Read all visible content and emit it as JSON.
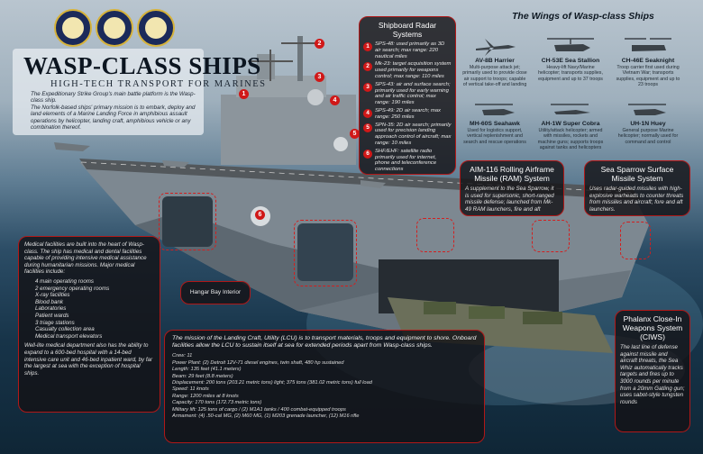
{
  "header": {
    "title": "WASP-CLASS SHIPS",
    "subtitle": "HIGH-TECH TRANSPORT FOR MARINES",
    "intro_1": "The Expeditionary Strike Group's main battle platform is the Wasp-class ship.",
    "intro_2": "The Norfolk-based ships' primary mission is to embark, deploy and land elements of a Marine Landing Force in amphibious assault operations by helicopter, landing craft, amphibious vehicle or any combination thereof."
  },
  "wings": {
    "title": "The Wings of Wasp-class Ships",
    "aircraft": [
      {
        "name": "AV-8B Harrier",
        "desc": "Multi-purpose attack jet; primarily used to provide close air support to troops; capable of vertical take-off and landing"
      },
      {
        "name": "CH-53E Sea Stallion",
        "desc": "Heavy-lift Navy/Marine helicopter; transports supplies, equipment and up to 37 troops"
      },
      {
        "name": "CH-46E Seaknight",
        "desc": "Troop carrier first used during Vietnam War; transports supplies, equipment and up to 23 troops"
      },
      {
        "name": "MH-60S Seahawk",
        "desc": "Used for logistics support, vertical replenishment and search and rescue operations"
      },
      {
        "name": "AH-1W Super Cobra",
        "desc": "Utility/attack helicopter; armed with missiles, rockets and machine guns; supports troops against tanks and helicopters"
      },
      {
        "name": "UH-1N Huey",
        "desc": "General purpose Marine helicopter; normally used for command and control"
      }
    ]
  },
  "radar": {
    "title": "Shipboard Radar Systems",
    "items": [
      {
        "n": "1",
        "text": "SPS-48: used primarily as 3D air search; max range: 220 nautical miles"
      },
      {
        "n": "2",
        "text": "Mk-23: target acquisition system used primarily for weapons control; max range: 110 miles"
      },
      {
        "n": "3",
        "text": "SPS-43: air and surface search; primarily used for early warning and air traffic control; max range: 190 miles"
      },
      {
        "n": "4",
        "text": "SPS-49: 2D air search; max range: 250 miles"
      },
      {
        "n": "5",
        "text": "SPN-35: 2D air search; primarily used for precision landing approach control of aircraft; max range: 10 miles"
      },
      {
        "n": "6",
        "text": "SHF/EHF: satellite radio primarily used for internet, phone and teleconference connections"
      }
    ]
  },
  "ram": {
    "title": "AIM-116 Rolling Airframe Missile (RAM) System",
    "body": "A supplement to the Sea Sparrow, it is used for supersonic, short-ranged missile defense; launched from Mk-49 RAM launchers, fire and aft"
  },
  "sea_sparrow": {
    "title": "Sea Sparrow Surface Missile System",
    "body": "Uses radar-guided missiles with high-explosive warheads to counter threats from missiles and aircraft; fore and aft launchers."
  },
  "medical": {
    "intro": "Medical facilities are built into the heart of Wasp-class. The ship has medical and dental facilities capable of providing intensive medical assistance during humanitarian missions. Major medical facilities include:",
    "items": [
      "4 main operating rooms",
      "2 emergency operating rooms",
      "X-ray facilities",
      "Blood bank",
      "Laboratories",
      "Patient wards",
      "3 triage stations",
      "Casualty collection area",
      "Medical transport elevators"
    ],
    "outro": "Well-lite medical department also has the ability to expand to a 600-bed hospital with a 14-bed intensive care unit and 46-bed inpatient ward, by far the largest at sea with the exception of hospital ships."
  },
  "hangar": {
    "label": "Hangar Bay Interior"
  },
  "lcu": {
    "intro": "The mission of the Landing Craft, Utility (LCU) is to transport materials, troops and equipment to shore. Onboard facilities allow the LCU to sustain itself at sea for extended periods apart from Wasp-class ships.",
    "specs": [
      "Crew: 11",
      "Power Plant: (2) Detroit 12V-71 diesel engines, twin shaft, 480 hp sustained",
      "Length: 135 feet (41.1 meters)",
      "Beam: 29 feet (8.8 meters)",
      "Displacement: 200 tons (203.21 metric tons) light; 375 tons (381.02 metric tons) full load",
      "Speed: 11 knots",
      "Range: 1200 miles at 8 knots",
      "Capacity: 170 tons (172.73 metric tons)",
      "Military lift: 125 tons of cargo / (2) M1A1 tanks / 400 combat-equipped troops",
      "Armament: (4) .50-cal MG, (2) M60 MG, (1) M203 grenade launcher, (12) M16 rifle"
    ]
  },
  "ciws": {
    "title": "Phalanx Close-In Weapons System (CIWS)",
    "body": "The last line of defense against missile and aircraft threats, the Sea Whiz automatically tracks targets and fires up to 3000 rounds per minute from a 20mm Gatling gun; uses sabot-style tungsten rounds"
  },
  "colors": {
    "accent": "#d01818",
    "panel": "#141216"
  }
}
